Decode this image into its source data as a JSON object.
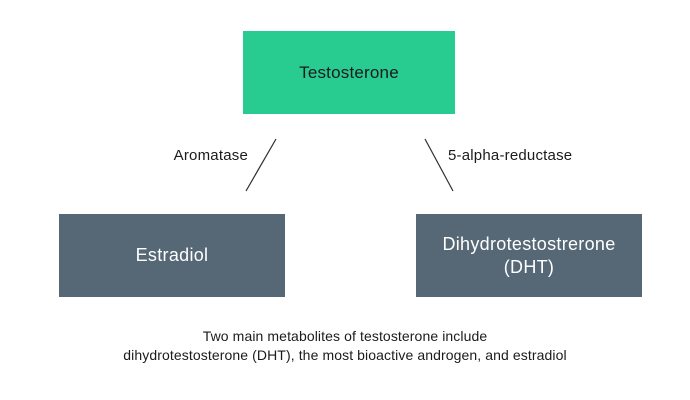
{
  "colors": {
    "background": "#FFFFFF",
    "root_bg": "#28CB90",
    "metabolite_bg": "#566776",
    "dark_text": "#1B1B1B",
    "light_text": "#FFFFFF",
    "connector": "#2E2E2E"
  },
  "diagram": {
    "type": "flowchart",
    "nodes": {
      "testosterone": {
        "label": "Testosterone"
      },
      "estradiol": {
        "label": "Estradiol"
      },
      "dht": {
        "lines": [
          "Dihydrotestostrerone",
          "(DHT)"
        ]
      }
    },
    "edges": {
      "left_label": "Aromatase",
      "right_label": "5-alpha-reductase"
    },
    "caption": {
      "lines": [
        "Two main metabolites of testosterone include",
        "dihydrotestosterone (DHT), the most bioactive androgen, and estradiol"
      ]
    }
  }
}
